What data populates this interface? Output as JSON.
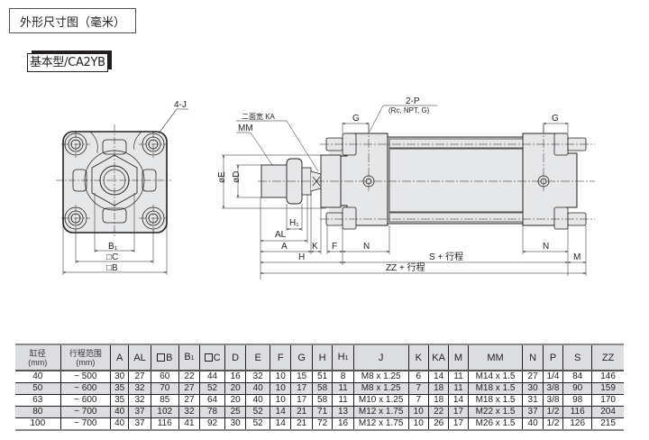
{
  "header": {
    "title": "外形尺寸图（毫米）",
    "model_label": "基本型/CA2YB"
  },
  "drawing": {
    "front_view": {
      "labels": {
        "thread": "4-J",
        "b1": "B₁",
        "c": "□C",
        "b": "□B"
      }
    },
    "side_view": {
      "labels": {
        "across_flats": "二面宽 KA",
        "rod_thread": "MM",
        "port": "2-P",
        "port_types": "(Rc, NPT, G)",
        "g_left": "G",
        "g_right": "G",
        "phi_e": "øE",
        "phi_d": "øD",
        "h1": "H₁",
        "al": "AL",
        "a": "A",
        "k": "K",
        "f": "F",
        "n_left": "N",
        "n_right": "N",
        "h": "H",
        "s_stroke": "S + 行程",
        "m": "M",
        "zz_stroke": "ZZ + 行程"
      }
    },
    "colors": {
      "body_fill": "#e6e7e8",
      "line": "#231f20",
      "header_bg": "#dcdde0"
    }
  },
  "table": {
    "headers": [
      {
        "key": "bore",
        "label": "缸径",
        "unit": "(mm)"
      },
      {
        "key": "stroke",
        "label": "行程范围",
        "unit": "(mm)"
      },
      {
        "key": "A",
        "label": "A"
      },
      {
        "key": "AL",
        "label": "AL"
      },
      {
        "key": "B",
        "label": "B",
        "square": true
      },
      {
        "key": "B1",
        "label": "B",
        "sub": "1"
      },
      {
        "key": "C",
        "label": "C",
        "square": true
      },
      {
        "key": "D",
        "label": "D"
      },
      {
        "key": "E",
        "label": "E"
      },
      {
        "key": "F",
        "label": "F"
      },
      {
        "key": "G",
        "label": "G"
      },
      {
        "key": "H",
        "label": "H"
      },
      {
        "key": "H1",
        "label": "H",
        "sub": "1"
      },
      {
        "key": "J",
        "label": "J"
      },
      {
        "key": "K",
        "label": "K"
      },
      {
        "key": "KA",
        "label": "KA"
      },
      {
        "key": "M",
        "label": "M"
      },
      {
        "key": "MM",
        "label": "MM"
      },
      {
        "key": "N",
        "label": "N"
      },
      {
        "key": "P",
        "label": "P"
      },
      {
        "key": "S",
        "label": "S"
      },
      {
        "key": "ZZ",
        "label": "ZZ"
      }
    ],
    "rows": [
      [
        "40",
        "~ 500",
        "30",
        "27",
        "60",
        "22",
        "44",
        "16",
        "32",
        "10",
        "15",
        "51",
        "8",
        "M8 x 1.25",
        "6",
        "14",
        "11",
        "M14 x 1.5",
        "27",
        "1/4",
        "84",
        "146"
      ],
      [
        "50",
        "~ 600",
        "35",
        "32",
        "70",
        "27",
        "52",
        "20",
        "40",
        "10",
        "17",
        "58",
        "11",
        "M8 x 1.25",
        "7",
        "18",
        "11",
        "M18 x 1.5",
        "30",
        "3/8",
        "90",
        "159"
      ],
      [
        "63",
        "~ 600",
        "35",
        "32",
        "85",
        "27",
        "64",
        "20",
        "40",
        "10",
        "17",
        "58",
        "11",
        "M10 x 1.25",
        "7",
        "18",
        "14",
        "M18 x 1.5",
        "31",
        "3/8",
        "98",
        "170"
      ],
      [
        "80",
        "~ 700",
        "40",
        "37",
        "102",
        "32",
        "78",
        "25",
        "52",
        "14",
        "21",
        "71",
        "13",
        "M12 x 1.75",
        "10",
        "22",
        "17",
        "M22 x 1.5",
        "37",
        "1/2",
        "116",
        "204"
      ],
      [
        "100",
        "~ 700",
        "40",
        "37",
        "116",
        "41",
        "92",
        "30",
        "52",
        "14",
        "21",
        "72",
        "16",
        "M12 x 1.75",
        "10",
        "26",
        "17",
        "M26 x 1.5",
        "40",
        "1/2",
        "126",
        "215"
      ]
    ]
  }
}
